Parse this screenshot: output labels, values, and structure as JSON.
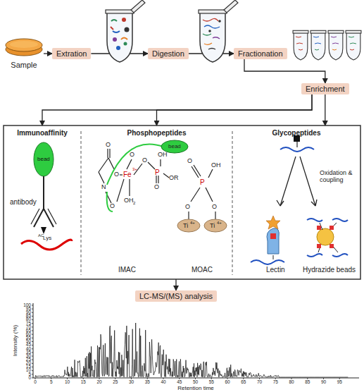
{
  "diagram": {
    "nodes": [
      {
        "text": [
          "Sample"
        ]
      },
      {
        "text": [
          "Extration"
        ]
      },
      {
        "text": [
          "Digestion"
        ]
      },
      {
        "text": [
          "Fractionation"
        ]
      },
      {
        "text": [
          "Enrichment"
        ]
      },
      {
        "text": [
          "Immunoaffinity"
        ]
      },
      {
        "text": [
          "Phosphopeptides"
        ]
      },
      {
        "text": [
          "Glycopeptides"
        ]
      },
      {
        "text": [
          "LC-MS/(MS) analysis"
        ]
      }
    ],
    "edges": [
      {
        "from": 0,
        "to": 1,
        "arrow": "to"
      },
      {
        "from": 1,
        "to": 2,
        "arrow": "to"
      },
      {
        "from": 2,
        "to": 3,
        "arrow": "to"
      },
      {
        "from": 3,
        "to": 4,
        "arrow": "to"
      },
      {
        "from": 4,
        "to": 5,
        "arrow": "to"
      },
      {
        "from": 4,
        "to": 6,
        "arrow": "to"
      },
      {
        "from": 4,
        "to": 7,
        "arrow": "to"
      },
      {
        "from": 6,
        "to": 8,
        "arrow": "to"
      }
    ],
    "labels": [
      "bead",
      "antibody",
      "AC",
      "Lys",
      "O",
      "N",
      "O",
      "O",
      "Fe",
      "3+",
      "O",
      "P",
      "OH",
      "OR",
      "O",
      "OH",
      "2",
      "O",
      "bead",
      "IMAC",
      "O",
      "P",
      "OH",
      "O",
      "O",
      "Ti",
      "4+",
      "Ti",
      "4+",
      "MOAC",
      "Oxidation & coupling",
      "Lectin",
      "Hydrazide beads",
      "Intensity (%)",
      "Retention time",
      "0",
      "5",
      "10",
      "15",
      "20",
      "25",
      "30",
      "35",
      "40",
      "45",
      "50",
      "55",
      "60",
      "65",
      "70",
      "75",
      "80",
      "85",
      "90",
      "95",
      "100",
      "0",
      "5",
      "10",
      "15",
      "20",
      "25",
      "30",
      "35",
      "40",
      "45",
      "50",
      "55",
      "60",
      "65",
      "70",
      "75",
      "80",
      "85",
      "90",
      "95"
    ]
  }
}
